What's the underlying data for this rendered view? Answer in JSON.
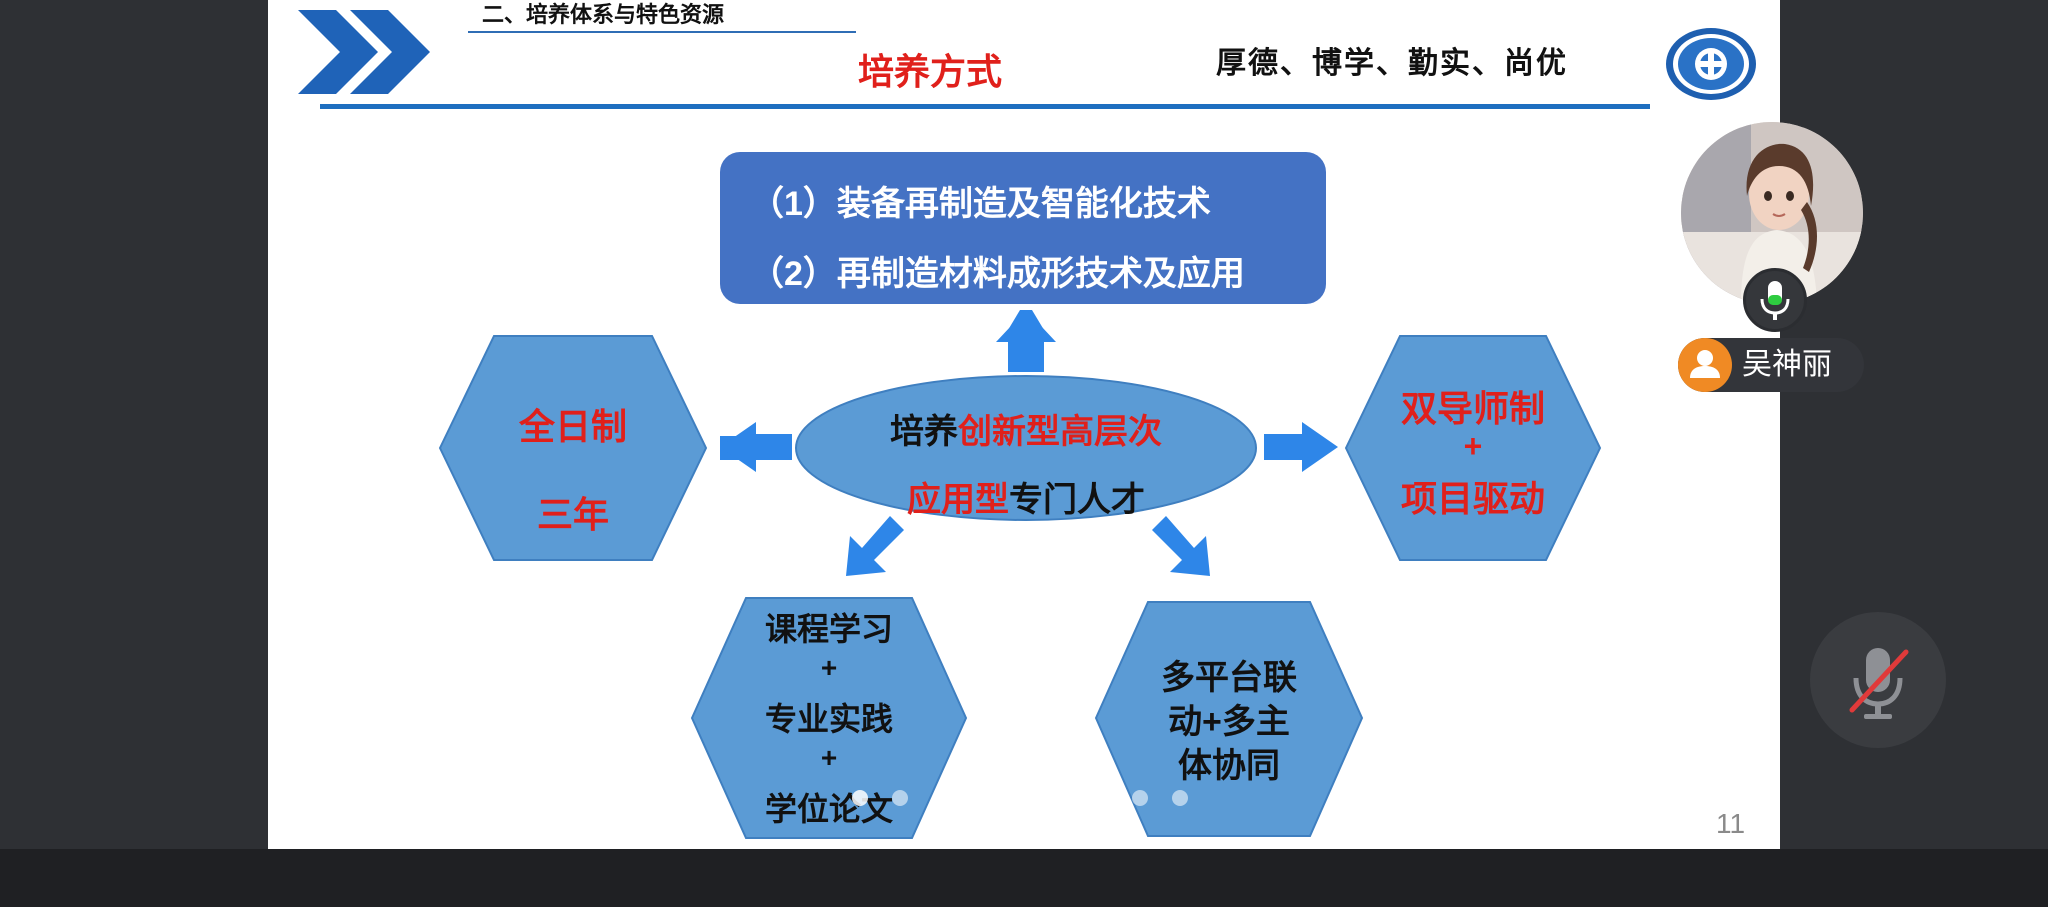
{
  "slide": {
    "section_title": "二、培养体系与特色资源",
    "page_title": "培养方式",
    "motto": "厚德、博学、勤实、尚优",
    "page_number": "11",
    "top_box": {
      "line1": "（1）装备再制造及智能化技术",
      "line2": "（2）再制造材料成形技术及应用"
    },
    "center": {
      "l1_a": "培养",
      "l1_b": "创新型高层次",
      "l2_a": "应用型",
      "l2_b": "专门人才"
    },
    "left_hex": {
      "line1": "全日制",
      "line2": "三年"
    },
    "right_hex": {
      "line1": "双导师制",
      "line2": "+",
      "line3": "项目驱动"
    },
    "bottom_left_hex": {
      "line1": "课程学习",
      "line2": "+",
      "line3": "专业实践",
      "line4": "+",
      "line5": "学位论文"
    },
    "bottom_right_hex": {
      "line1": "多平台联",
      "line2": "动+多主",
      "line3": "体协同"
    },
    "colors": {
      "accent_red": "#e0201b",
      "shape_blue": "#5b9bd5",
      "box_blue": "#4472c4",
      "arrow_blue": "#2e86e8"
    }
  },
  "participant": {
    "name": "吴神丽",
    "mic_icon": "mic-on-icon",
    "avatar_icon": "person-icon"
  },
  "controls": {
    "mute_icon": "mic-muted-icon"
  }
}
